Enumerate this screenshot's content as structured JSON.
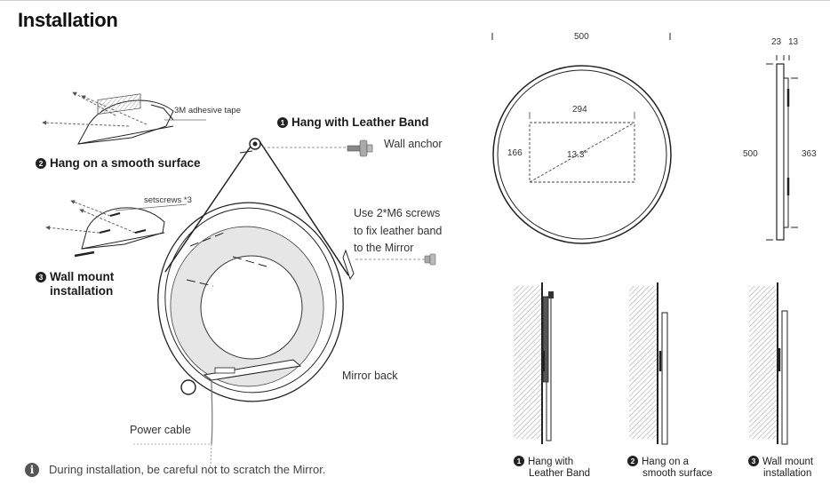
{
  "page": {
    "title": "Installation"
  },
  "left": {
    "adhesive_tape_label": "3M adhesive tape",
    "step1_number": "1",
    "step1_label": "Hang with Leather Band",
    "wall_anchor_label": "Wall anchor",
    "step2_number": "2",
    "step2_label": "Hang on a smooth surface",
    "setscrews_label": "setscrews *3",
    "screws_note_line1": "Use 2*M6 screws",
    "screws_note_line2": "to fix leather band",
    "screws_note_line3": "to the Mirror",
    "step3_number": "3",
    "step3_label_line1": "Wall mount",
    "step3_label_line2": "installation",
    "mirror_back_label": "Mirror back",
    "power_cable_label": "Power cable"
  },
  "dimensions": {
    "width_top": "500",
    "screen_width": "294",
    "screen_height": "166",
    "screen_diagonal": "13.3\"",
    "side_depth_a": "23",
    "side_depth_b": "13",
    "height_left": "500",
    "height_right": "363"
  },
  "bottom_views": [
    {
      "number": "1",
      "line1": "Hang with",
      "line2": "Leather Band"
    },
    {
      "number": "2",
      "line1": "Hang on a",
      "line2": "smooth surface"
    },
    {
      "number": "3",
      "line1": "Wall mount",
      "line2": "installation"
    }
  ],
  "footer": {
    "note_icon": "i",
    "note_text": "During installation, be careful not to scratch the Mirror."
  },
  "colors": {
    "line": "#222222",
    "hatch": "#9a9a9a",
    "mirror_back_fill": "#e6e6e6"
  }
}
